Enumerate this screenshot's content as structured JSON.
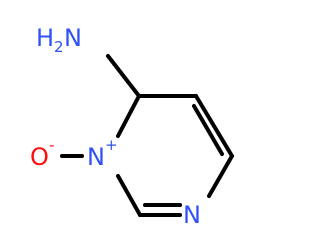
{
  "molecule": {
    "colors": {
      "bond": "#000000",
      "nitrogen": "#3050F8",
      "oxygen": "#FF0D0D"
    },
    "atoms": {
      "amine": {
        "element": "N",
        "hydrogen": "H",
        "hydrogen_count": "2"
      },
      "n_oxide": {
        "element": "N",
        "charge": "+"
      },
      "oxygen": {
        "element": "O",
        "charge": "-"
      },
      "ring_n": {
        "element": "N"
      }
    }
  }
}
